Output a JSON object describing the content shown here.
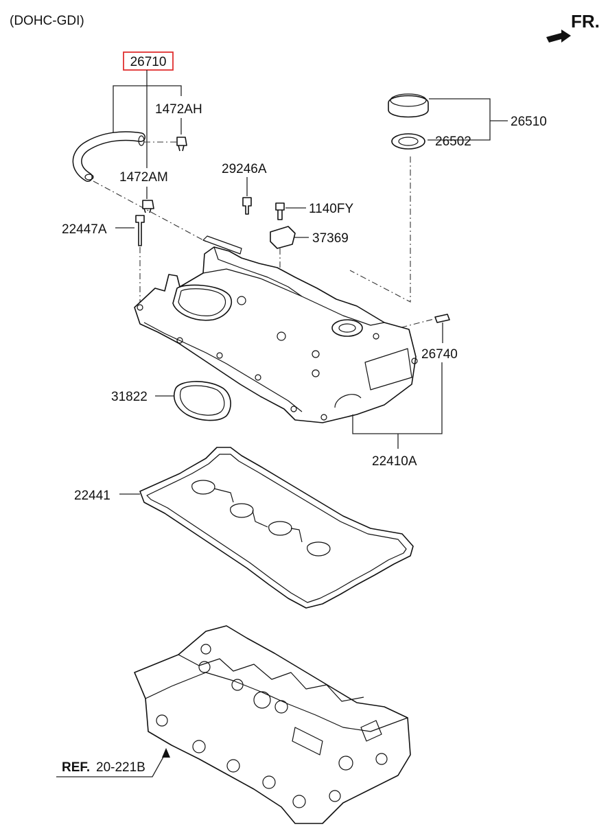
{
  "header": {
    "variant": "(DOHC-GDI)",
    "direction": "FR."
  },
  "highlight_color": "#e03030",
  "parts": {
    "p26710": "26710",
    "p1472AH": "1472AH",
    "p1472AM": "1472AM",
    "p29246A": "29246A",
    "p1140FY": "1140FY",
    "p37369": "37369",
    "p22447A": "22447A",
    "p26510": "26510",
    "p26502": "26502",
    "p26740": "26740",
    "p31822": "31822",
    "p22410A": "22410A",
    "p22441": "22441"
  },
  "reference": {
    "prefix": "REF.",
    "code": "20-221B"
  }
}
